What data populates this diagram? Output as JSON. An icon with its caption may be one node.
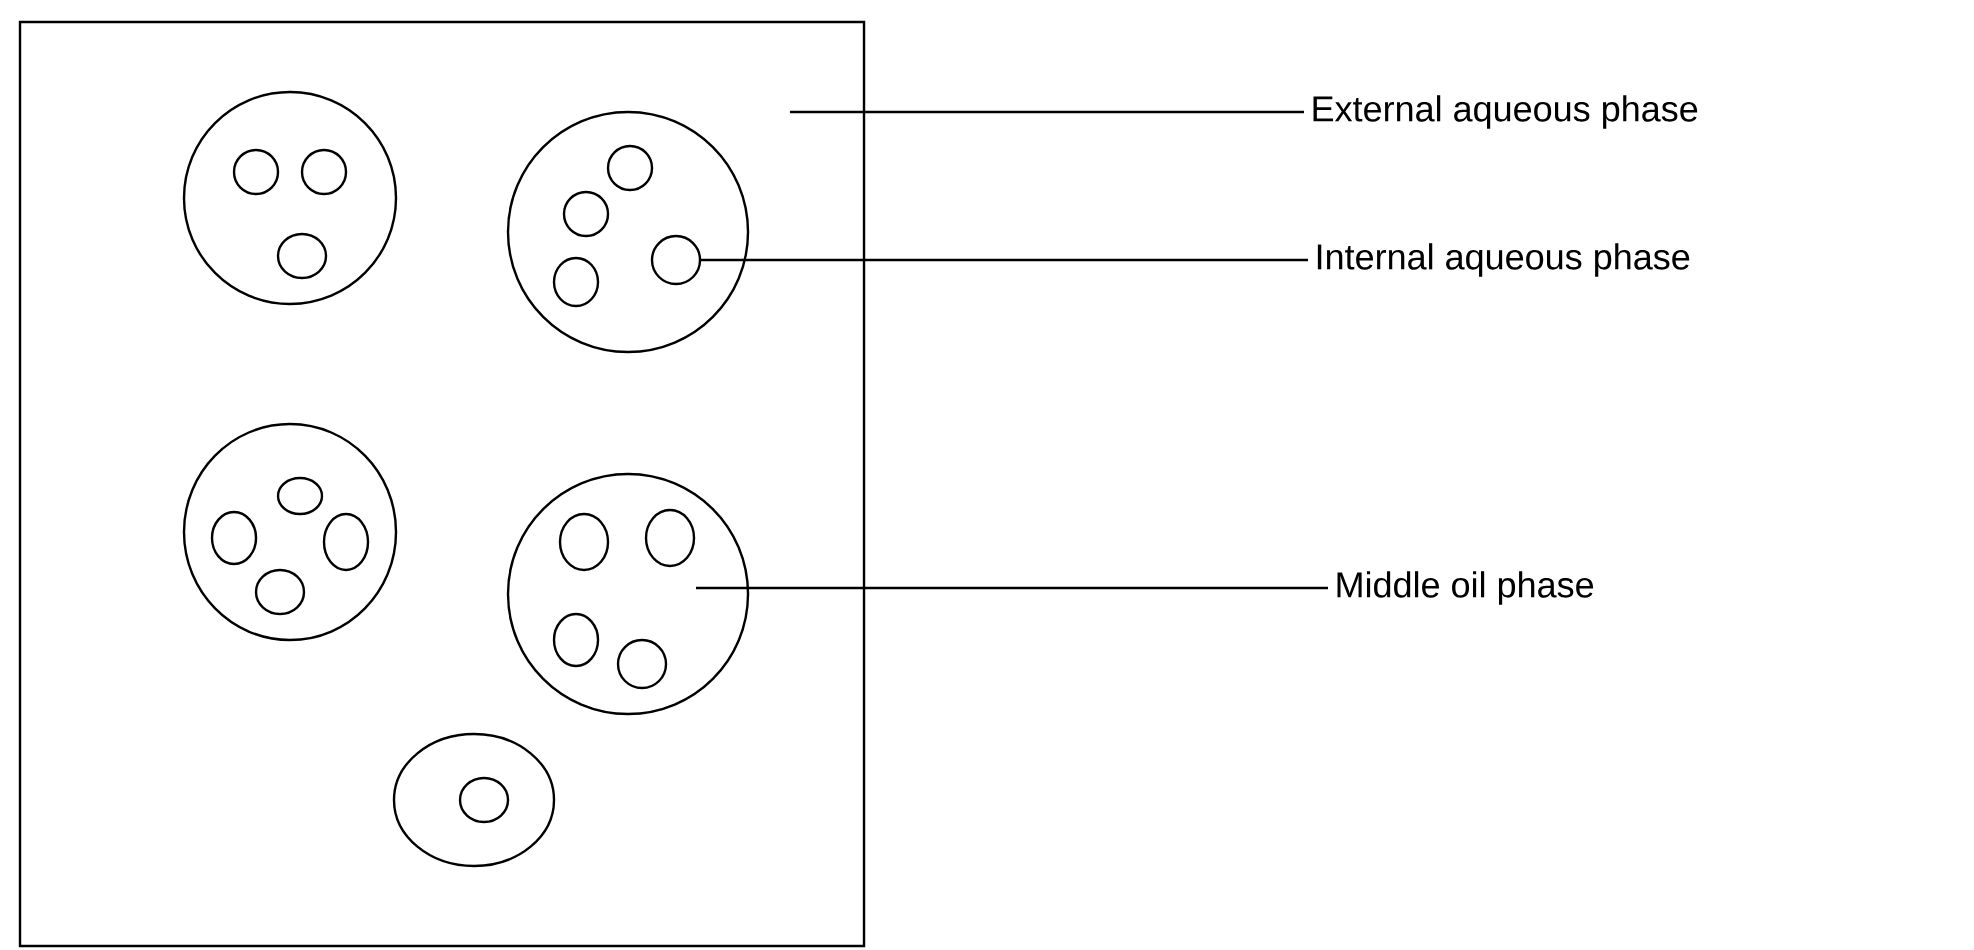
{
  "diagram": {
    "nodes": [
      {
        "text": [],
        "shape": "box"
      },
      {
        "text": [],
        "shape": "circle",
        "in": 0
      },
      {
        "text": [],
        "shape": "circle",
        "in": 0
      },
      {
        "text": [
          "External aqueous phase"
        ]
      },
      {
        "text": [
          "Internal aqueous phase"
        ]
      },
      {
        "text": [
          "Middle oil phase"
        ]
      }
    ],
    "edges": [
      {
        "from": 3,
        "to": 0,
        "arrow": "none"
      },
      {
        "from": 4,
        "to": 2,
        "arrow": "none"
      },
      {
        "from": 5,
        "to": 1,
        "arrow": "none"
      }
    ]
  }
}
